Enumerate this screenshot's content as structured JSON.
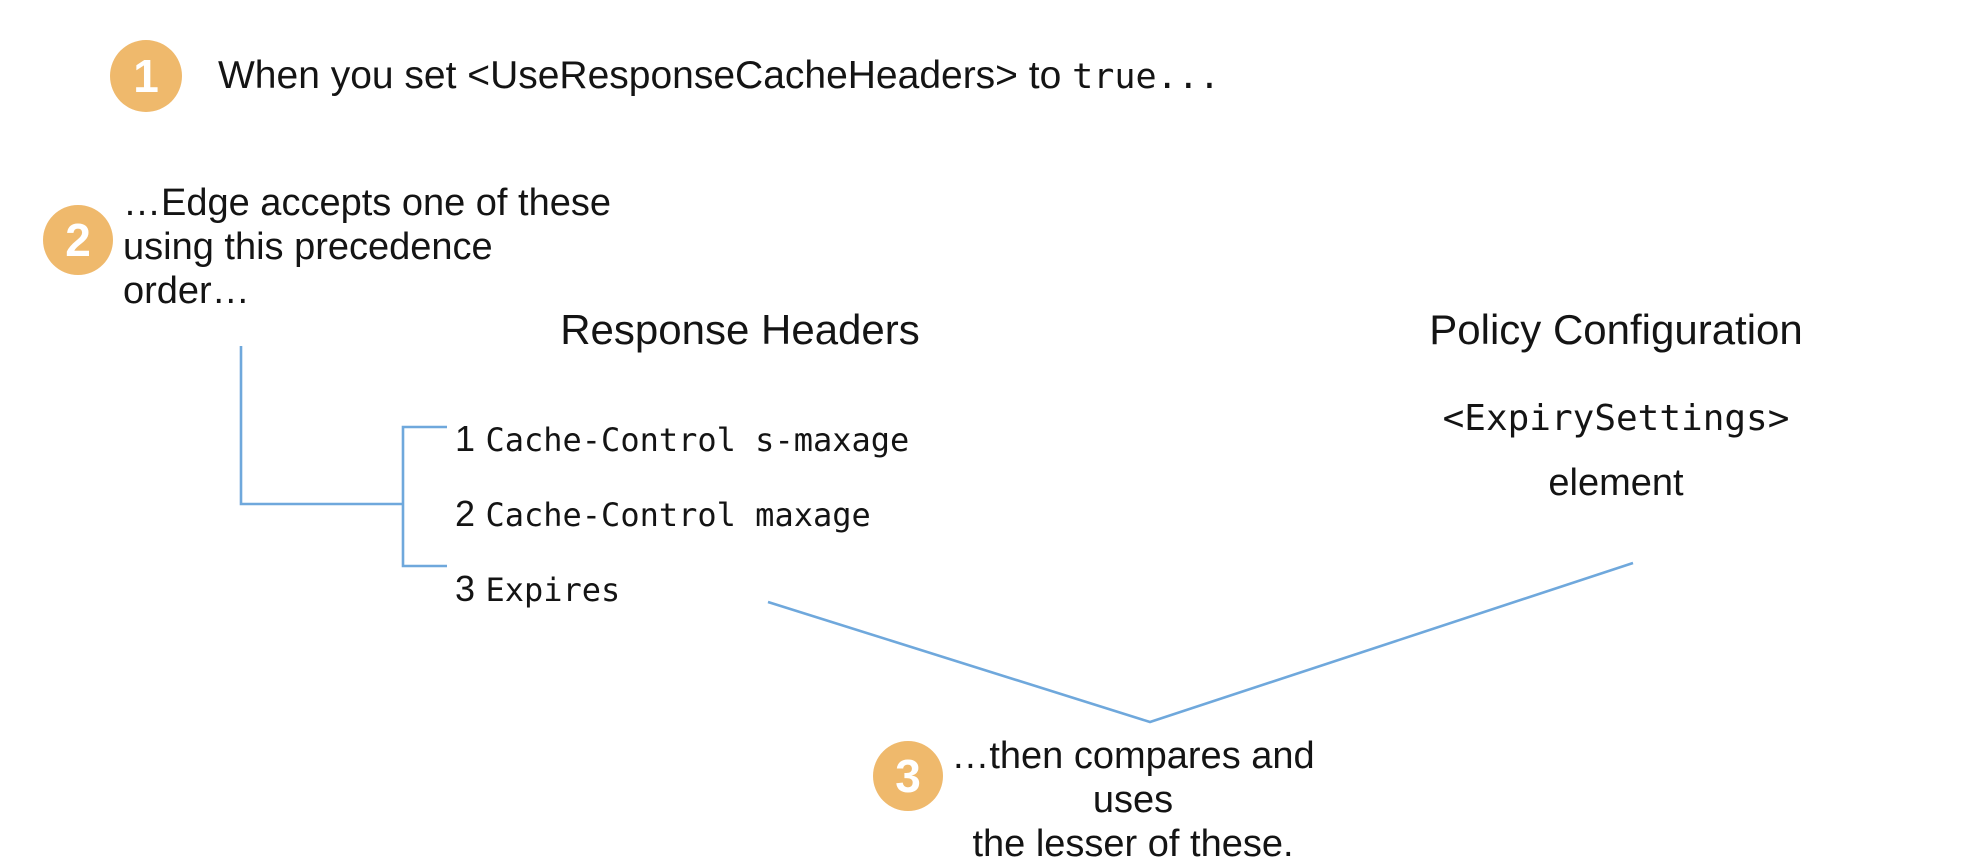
{
  "colors": {
    "accent_orange": "#EFB96C",
    "connector_blue": "#6FA8DC",
    "text": "#141414"
  },
  "step1": {
    "number": "1",
    "text": "When you set <UseResponseCacheHeaders> to ",
    "code": "true..."
  },
  "step2": {
    "number": "2",
    "line1": "…Edge accepts one of these",
    "line2": "using this precedence",
    "line3": "order…"
  },
  "step3": {
    "number": "3",
    "line1": "…then compares and uses",
    "line2": "the lesser of these."
  },
  "response_headers": {
    "title": "Response Headers",
    "items": [
      {
        "rank": "1",
        "value": "Cache-Control s-maxage"
      },
      {
        "rank": "2",
        "value": "Cache-Control maxage"
      },
      {
        "rank": "3",
        "value": "Expires"
      }
    ]
  },
  "policy_configuration": {
    "title": "Policy Configuration",
    "code": "<ExpirySettings>",
    "caption": "element"
  }
}
